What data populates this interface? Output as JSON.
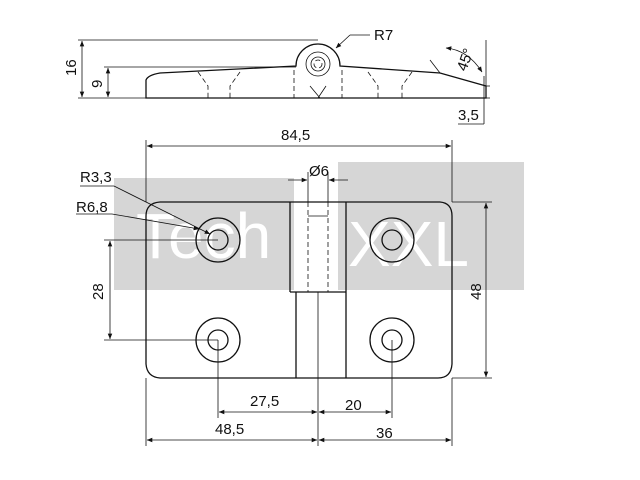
{
  "watermark": {
    "text_left": "Tech",
    "text_right": "XXL",
    "box_color": "#d6d6d6"
  },
  "side_view": {
    "labels": {
      "height_total": "16",
      "height_leaf": "9",
      "knuckle_radius": "R7",
      "bevel_angle": "45°",
      "edge_thickness": "3,5"
    }
  },
  "top_view": {
    "labels": {
      "overall_width": "84,5",
      "pin_diameter": "Ø6",
      "hole_radius": "R3,3",
      "counterbore_radius": "R6,8",
      "hole_spacing_vertical": "28",
      "overall_height": "48",
      "left_hole_to_pin": "27,5",
      "pin_to_right_hole": "20",
      "left_edge_to_pin": "48,5",
      "pin_to_right_edge": "36"
    }
  },
  "colors": {
    "line": "#111111",
    "background": "#ffffff"
  }
}
